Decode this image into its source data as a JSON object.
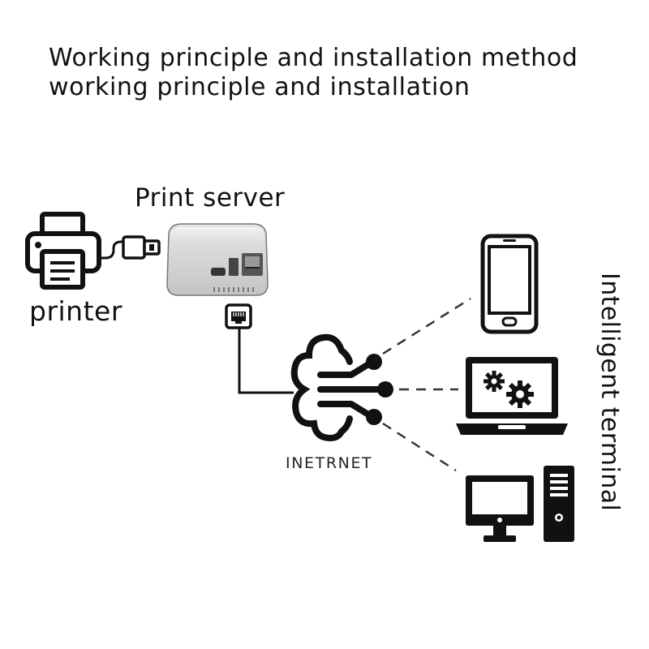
{
  "title": {
    "line1": "Working principle and installation method",
    "line2": "working principle and installation"
  },
  "labels": {
    "print_server": "Print server",
    "printer": "printer",
    "internet": "INETRNET",
    "intelligent_terminal": "Intelligent terminal"
  },
  "icons": [
    "printer-icon",
    "usb-plug-icon",
    "print-server-device",
    "ethernet-port-icon",
    "internet-cloud-icon",
    "smartphone-icon",
    "laptop-icon",
    "desktop-computer-icon"
  ]
}
